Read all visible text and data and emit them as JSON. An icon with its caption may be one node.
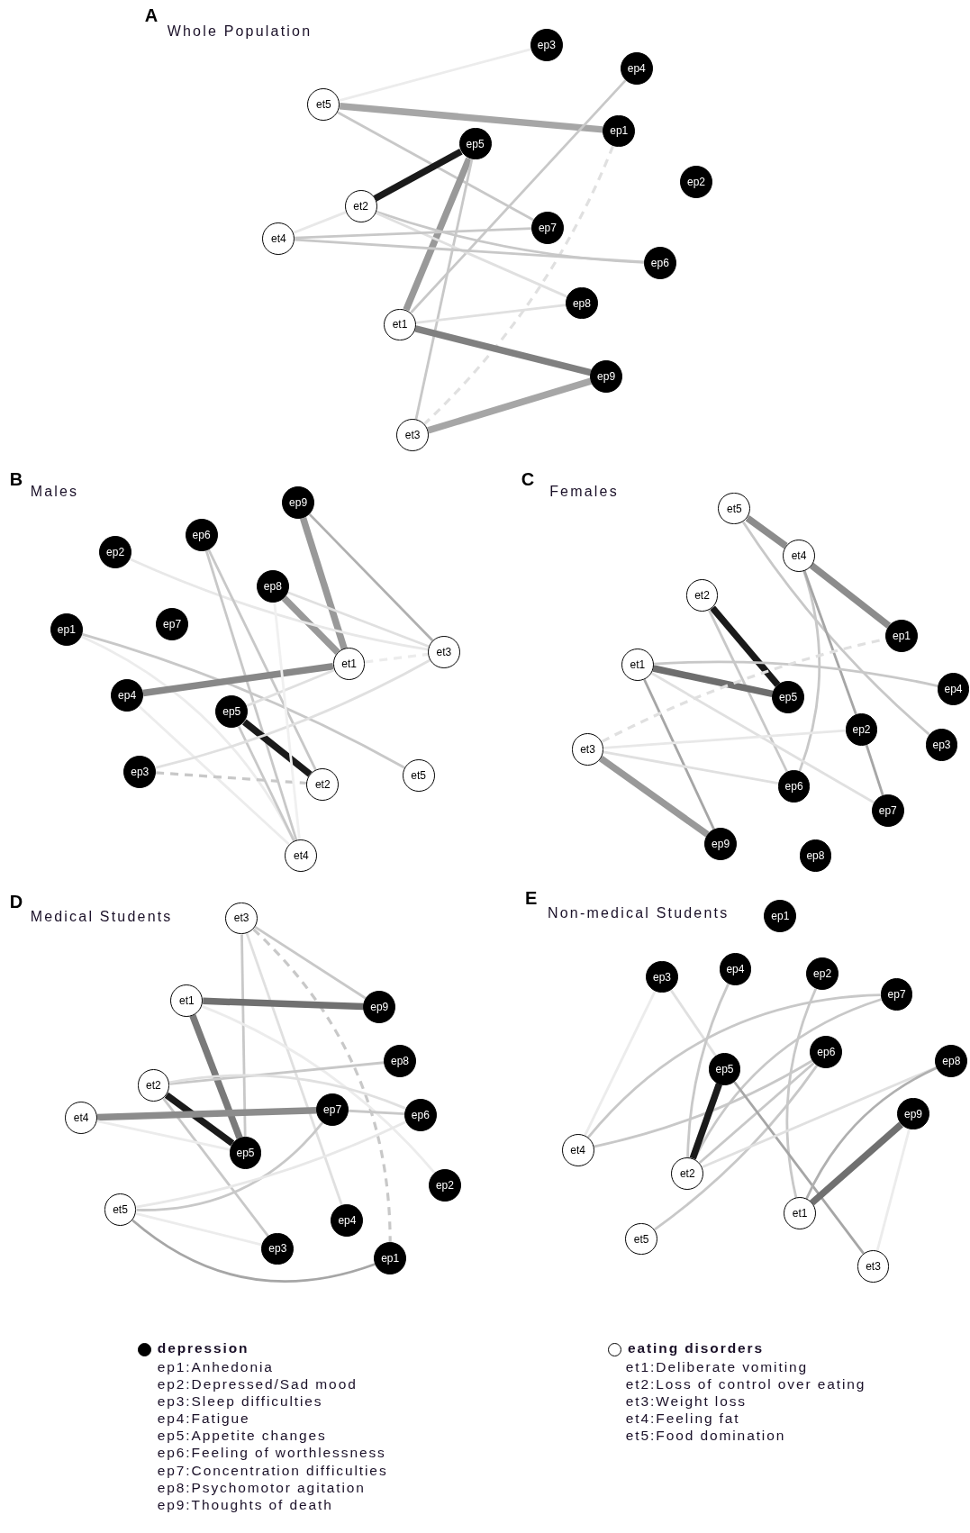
{
  "diagram": {
    "nodes": [
      {
        "text": [
          "A",
          "Whole Population"
        ]
      },
      {
        "text": [
          "et5"
        ],
        "in": 0
      },
      {
        "text": [
          "ep3"
        ],
        "in": 0
      },
      {
        "text": [
          "ep4"
        ],
        "in": 0
      },
      {
        "text": [
          "ep1"
        ],
        "in": 0
      },
      {
        "text": [
          "ep5"
        ],
        "in": 0
      },
      {
        "text": [
          "ep2"
        ],
        "in": 0
      },
      {
        "text": [
          "et2"
        ],
        "in": 0
      },
      {
        "text": [
          "et4"
        ],
        "in": 0
      },
      {
        "text": [
          "ep7"
        ],
        "in": 0
      },
      {
        "text": [
          "ep6"
        ],
        "in": 0
      },
      {
        "text": [
          "ep8"
        ],
        "in": 0
      },
      {
        "text": [
          "et1"
        ],
        "in": 0
      },
      {
        "text": [
          "ep9"
        ],
        "in": 0
      },
      {
        "text": [
          "et3"
        ],
        "in": 0
      },
      {
        "text": [
          "B",
          "Males"
        ]
      },
      {
        "text": [
          "ep9"
        ],
        "in": 15
      },
      {
        "text": [
          "ep6"
        ],
        "in": 15
      },
      {
        "text": [
          "ep2"
        ],
        "in": 15
      },
      {
        "text": [
          "ep8"
        ],
        "in": 15
      },
      {
        "text": [
          "ep1"
        ],
        "in": 15
      },
      {
        "text": [
          "ep7"
        ],
        "in": 15
      },
      {
        "text": [
          "et3"
        ],
        "in": 15
      },
      {
        "text": [
          "et1"
        ],
        "in": 15
      },
      {
        "text": [
          "ep4"
        ],
        "in": 15
      },
      {
        "text": [
          "ep5"
        ],
        "in": 15
      },
      {
        "text": [
          "ep3"
        ],
        "in": 15
      },
      {
        "text": [
          "et2"
        ],
        "in": 15
      },
      {
        "text": [
          "et5"
        ],
        "in": 15
      },
      {
        "text": [
          "et4"
        ],
        "in": 15
      },
      {
        "text": [
          "C",
          "Females"
        ]
      },
      {
        "text": [
          "et5"
        ],
        "in": 30
      },
      {
        "text": [
          "et4"
        ],
        "in": 30
      },
      {
        "text": [
          "et2"
        ],
        "in": 30
      },
      {
        "text": [
          "ep1"
        ],
        "in": 30
      },
      {
        "text": [
          "et1"
        ],
        "in": 30
      },
      {
        "text": [
          "ep4"
        ],
        "in": 30
      },
      {
        "text": [
          "ep5"
        ],
        "in": 30
      },
      {
        "text": [
          "ep2"
        ],
        "in": 30
      },
      {
        "text": [
          "et3"
        ],
        "in": 30
      },
      {
        "text": [
          "ep3"
        ],
        "in": 30
      },
      {
        "text": [
          "ep6"
        ],
        "in": 30
      },
      {
        "text": [
          "ep7"
        ],
        "in": 30
      },
      {
        "text": [
          "ep9"
        ],
        "in": 30
      },
      {
        "text": [
          "ep8"
        ],
        "in": 30
      },
      {
        "text": [
          "D",
          "Medical Students"
        ]
      },
      {
        "text": [
          "et3"
        ],
        "in": 45
      },
      {
        "text": [
          "et1"
        ],
        "in": 45
      },
      {
        "text": [
          "ep9"
        ],
        "in": 45
      },
      {
        "text": [
          "ep8"
        ],
        "in": 45
      },
      {
        "text": [
          "et2"
        ],
        "in": 45
      },
      {
        "text": [
          "et4"
        ],
        "in": 45
      },
      {
        "text": [
          "ep7"
        ],
        "in": 45
      },
      {
        "text": [
          "ep6"
        ],
        "in": 45
      },
      {
        "text": [
          "ep5"
        ],
        "in": 45
      },
      {
        "text": [
          "ep2"
        ],
        "in": 45
      },
      {
        "text": [
          "et5"
        ],
        "in": 45
      },
      {
        "text": [
          "ep4"
        ],
        "in": 45
      },
      {
        "text": [
          "ep3"
        ],
        "in": 45
      },
      {
        "text": [
          "ep1"
        ],
        "in": 45
      },
      {
        "text": [
          "E",
          "Non-medical Students"
        ]
      },
      {
        "text": [
          "ep1"
        ],
        "in": 60
      },
      {
        "text": [
          "ep4"
        ],
        "in": 60
      },
      {
        "text": [
          "ep3"
        ],
        "in": 60
      },
      {
        "text": [
          "ep2"
        ],
        "in": 60
      },
      {
        "text": [
          "ep7"
        ],
        "in": 60
      },
      {
        "text": [
          "ep6"
        ],
        "in": 60
      },
      {
        "text": [
          "ep5"
        ],
        "in": 60
      },
      {
        "text": [
          "ep8"
        ],
        "in": 60
      },
      {
        "text": [
          "ep9"
        ],
        "in": 60
      },
      {
        "text": [
          "et4"
        ],
        "in": 60
      },
      {
        "text": [
          "et2"
        ],
        "in": 60
      },
      {
        "text": [
          "et1"
        ],
        "in": 60
      },
      {
        "text": [
          "et5"
        ],
        "in": 60
      },
      {
        "text": [
          "et3"
        ],
        "in": 60
      }
    ],
    "edges": [
      {
        "from": 1,
        "to": 2,
        "arrow": "none",
        "color": "#ececec"
      },
      {
        "from": 1,
        "to": 4,
        "arrow": "none",
        "style": "thick",
        "color": "#a6a6a6"
      },
      {
        "from": 1,
        "to": 9,
        "arrow": "none"
      },
      {
        "from": 7,
        "to": 5,
        "arrow": "none",
        "style": "thick",
        "color": "#1a1a1a"
      },
      {
        "from": 5,
        "to": 12,
        "arrow": "none",
        "style": "thick",
        "color": "#999999"
      },
      {
        "from": 5,
        "to": 14,
        "arrow": "none"
      },
      {
        "from": 3,
        "to": 12,
        "arrow": "none"
      },
      {
        "from": 4,
        "to": 14,
        "arrow": "none",
        "style": "dashed",
        "color": "#e0e0e0"
      },
      {
        "from": 7,
        "to": 8,
        "arrow": "none",
        "color": "#e8e8e8"
      },
      {
        "from": 7,
        "to": 10,
        "arrow": "none"
      },
      {
        "from": 7,
        "to": 11,
        "arrow": "none",
        "color": "#e0e0e0"
      },
      {
        "from": 8,
        "to": 9,
        "arrow": "none"
      },
      {
        "from": 8,
        "to": 10,
        "arrow": "none"
      },
      {
        "from": 12,
        "to": 11,
        "arrow": "none",
        "color": "#e0e0e0"
      },
      {
        "from": 12,
        "to": 13,
        "arrow": "none",
        "style": "thick",
        "color": "#808080"
      },
      {
        "from": 14,
        "to": 13,
        "arrow": "none",
        "style": "thick",
        "color": "#a6a6a6"
      },
      {
        "from": 16,
        "to": 23,
        "arrow": "none",
        "style": "thick",
        "color": "#999999"
      },
      {
        "from": 16,
        "to": 22,
        "arrow": "none",
        "color": "#b0b0b0"
      },
      {
        "from": 19,
        "to": 23,
        "arrow": "none",
        "style": "thick",
        "color": "#999999"
      },
      {
        "from": 19,
        "to": 22,
        "arrow": "none",
        "color": "#e0e0e0"
      },
      {
        "from": 18,
        "to": 22,
        "arrow": "none",
        "color": "#e8e8e8"
      },
      {
        "from": 17,
        "to": 29,
        "arrow": "none"
      },
      {
        "from": 17,
        "to": 27,
        "arrow": "none"
      },
      {
        "from": 20,
        "to": 28,
        "arrow": "none"
      },
      {
        "from": 20,
        "to": 29,
        "arrow": "none",
        "color": "#ececec"
      },
      {
        "from": 24,
        "to": 23,
        "arrow": "none",
        "style": "thick",
        "color": "#888888"
      },
      {
        "from": 24,
        "to": 29,
        "arrow": "none",
        "color": "#ececec"
      },
      {
        "from": 25,
        "to": 27,
        "arrow": "none",
        "style": "thick",
        "color": "#1a1a1a"
      },
      {
        "from": 25,
        "to": 23,
        "arrow": "none",
        "color": "#e0e0e0"
      },
      {
        "from": 25,
        "to": 29,
        "arrow": "none"
      },
      {
        "from": 26,
        "to": 22,
        "arrow": "none",
        "color": "#e0e0e0"
      },
      {
        "from": 26,
        "to": 27,
        "arrow": "none",
        "style": "dashed"
      },
      {
        "from": 23,
        "to": 22,
        "arrow": "none",
        "style": "dashed",
        "color": "#ececec"
      },
      {
        "from": 19,
        "to": 29,
        "arrow": "none",
        "color": "#f0f0f0"
      },
      {
        "from": 31,
        "to": 32,
        "arrow": "none",
        "style": "thick",
        "color": "#8c8c8c"
      },
      {
        "from": 31,
        "to": 40,
        "arrow": "none"
      },
      {
        "from": 32,
        "to": 34,
        "arrow": "none",
        "style": "thick",
        "color": "#8c8c8c"
      },
      {
        "from": 32,
        "to": 41,
        "arrow": "none"
      },
      {
        "from": 32,
        "to": 38,
        "arrow": "none",
        "color": "#a6a6a6"
      },
      {
        "from": 33,
        "to": 37,
        "arrow": "none",
        "style": "thick",
        "color": "#1a1a1a"
      },
      {
        "from": 33,
        "to": 41,
        "arrow": "none"
      },
      {
        "from": 35,
        "to": 37,
        "arrow": "none",
        "style": "thick",
        "color": "#6e6e6e"
      },
      {
        "from": 35,
        "to": 36,
        "arrow": "none"
      },
      {
        "from": 35,
        "to": 43,
        "arrow": "none",
        "color": "#a6a6a6"
      },
      {
        "from": 35,
        "to": 42,
        "arrow": "none",
        "color": "#e0e0e0"
      },
      {
        "from": 39,
        "to": 43,
        "arrow": "none",
        "style": "thick",
        "color": "#999999"
      },
      {
        "from": 39,
        "to": 34,
        "arrow": "none",
        "style": "dashed",
        "color": "#e0e0e0"
      },
      {
        "from": 39,
        "to": 38,
        "arrow": "none",
        "color": "#e8e8e8"
      },
      {
        "from": 39,
        "to": 41,
        "arrow": "none",
        "color": "#e0e0e0"
      },
      {
        "from": 38,
        "to": 42,
        "arrow": "none",
        "color": "#a6a6a6"
      },
      {
        "from": 46,
        "to": 48,
        "arrow": "none"
      },
      {
        "from": 46,
        "to": 54,
        "arrow": "none"
      },
      {
        "from": 46,
        "to": 57,
        "arrow": "none",
        "color": "#e0e0e0"
      },
      {
        "from": 46,
        "to": 59,
        "arrow": "none",
        "style": "dashed"
      },
      {
        "from": 47,
        "to": 48,
        "arrow": "none",
        "style": "thick",
        "color": "#707070"
      },
      {
        "from": 47,
        "to": 54,
        "arrow": "none",
        "style": "thick",
        "color": "#7a7a7a"
      },
      {
        "from": 47,
        "to": 55,
        "arrow": "none",
        "color": "#ececec"
      },
      {
        "from": 50,
        "to": 49,
        "arrow": "none"
      },
      {
        "from": 50,
        "to": 53,
        "arrow": "none",
        "color": "#e0e0e0"
      },
      {
        "from": 50,
        "to": 54,
        "arrow": "none",
        "style": "thick",
        "color": "#1a1a1a"
      },
      {
        "from": 50,
        "to": 58,
        "arrow": "none"
      },
      {
        "from": 51,
        "to": 52,
        "arrow": "none",
        "style": "thick",
        "color": "#8c8c8c"
      },
      {
        "from": 51,
        "to": 54,
        "arrow": "none",
        "color": "#ececec"
      },
      {
        "from": 52,
        "to": 53,
        "arrow": "none"
      },
      {
        "from": 56,
        "to": 52,
        "arrow": "none"
      },
      {
        "from": 56,
        "to": 53,
        "arrow": "none",
        "color": "#e8e8e8"
      },
      {
        "from": 56,
        "to": 59,
        "arrow": "none",
        "color": "#a6a6a6"
      },
      {
        "from": 56,
        "to": 58,
        "arrow": "none",
        "color": "#ececec"
      },
      {
        "from": 63,
        "to": 70,
        "arrow": "none",
        "color": "#ececec"
      },
      {
        "from": 63,
        "to": 67,
        "arrow": "none",
        "color": "#e0e0e0"
      },
      {
        "from": 62,
        "to": 71,
        "arrow": "none"
      },
      {
        "from": 64,
        "to": 72,
        "arrow": "none"
      },
      {
        "from": 65,
        "to": 70,
        "arrow": "none"
      },
      {
        "from": 65,
        "to": 71,
        "arrow": "none"
      },
      {
        "from": 66,
        "to": 70,
        "arrow": "none"
      },
      {
        "from": 66,
        "to": 73,
        "arrow": "none"
      },
      {
        "from": 66,
        "to": 71,
        "arrow": "none"
      },
      {
        "from": 67,
        "to": 71,
        "arrow": "none",
        "style": "thick",
        "color": "#1a1a1a"
      },
      {
        "from": 67,
        "to": 74,
        "arrow": "none",
        "color": "#a6a6a6"
      },
      {
        "from": 68,
        "to": 71,
        "arrow": "none",
        "color": "#e0e0e0"
      },
      {
        "from": 68,
        "to": 72,
        "arrow": "none",
        "color": "#b0b0b0"
      },
      {
        "from": 69,
        "to": 72,
        "arrow": "none",
        "style": "thick",
        "color": "#707070"
      },
      {
        "from": 69,
        "to": 74,
        "arrow": "none",
        "color": "#ececec"
      }
    ],
    "labels": [
      "ep1:Anhedonia",
      "ep2:Depressed/Sad mood",
      "ep3:Sleep difficulties",
      "ep4:Fatigue",
      "ep5:Appetite changes",
      "ep6:Feeling of worthlessness",
      "ep7:Concentration difficulties",
      "ep8:Psychomotor agitation",
      "ep9:Thoughts of death",
      "et1:Deliberate vomiting",
      "et2:Loss of control over eating",
      "et3:Weight loss",
      "et4:Feeling fat",
      "et5:Food domination"
    ],
    "legend": [
      {
        "text": "depression"
      },
      {
        "text": "eating disorders"
      }
    ]
  }
}
